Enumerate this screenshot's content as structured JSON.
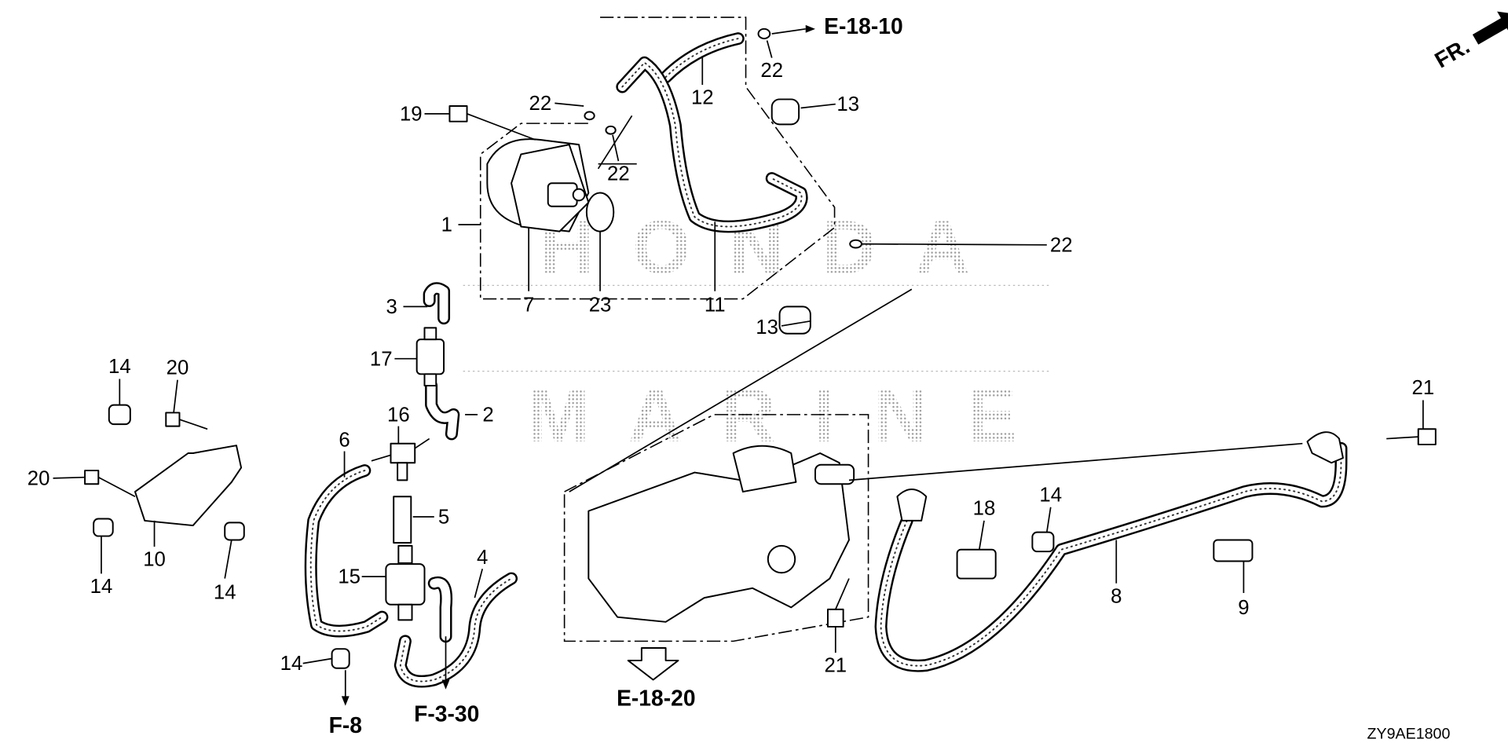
{
  "diagram_code": "ZY9AE1800",
  "front_indicator": "FR.",
  "watermark": {
    "line1": "HONDA",
    "line2": "MARINE"
  },
  "references": {
    "e_18_10": "E-18-10",
    "e_18_20": "E-18-20",
    "f_8": "F-8",
    "f_3_30": "F-3-30"
  },
  "callouts": [
    {
      "label": "1"
    },
    {
      "label": "2"
    },
    {
      "label": "3"
    },
    {
      "label": "4"
    },
    {
      "label": "5"
    },
    {
      "label": "6"
    },
    {
      "label": "7"
    },
    {
      "label": "8"
    },
    {
      "label": "9"
    },
    {
      "label": "10"
    },
    {
      "label": "11"
    },
    {
      "label": "12"
    },
    {
      "label": "13"
    },
    {
      "label": "13"
    },
    {
      "label": "14"
    },
    {
      "label": "14"
    },
    {
      "label": "14"
    },
    {
      "label": "14"
    },
    {
      "label": "14"
    },
    {
      "label": "15"
    },
    {
      "label": "16"
    },
    {
      "label": "17"
    },
    {
      "label": "18"
    },
    {
      "label": "19"
    },
    {
      "label": "20"
    },
    {
      "label": "20"
    },
    {
      "label": "21"
    },
    {
      "label": "21"
    },
    {
      "label": "22"
    },
    {
      "label": "22"
    },
    {
      "label": "22"
    },
    {
      "label": "22"
    },
    {
      "label": "23"
    }
  ]
}
